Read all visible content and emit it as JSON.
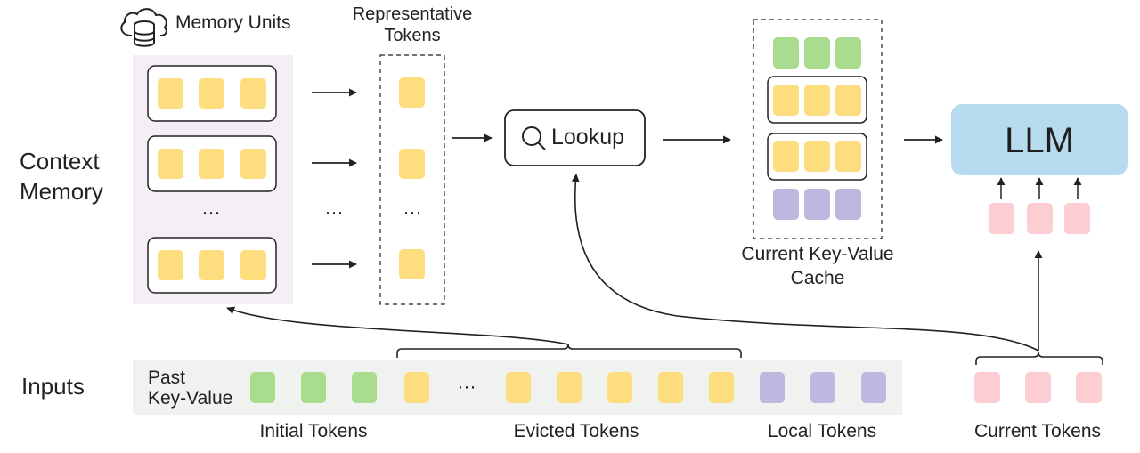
{
  "memory_title": "Memory Units",
  "representative_tokens": [
    "Representative",
    "Tokens"
  ],
  "context_memory": [
    "Context",
    "Memory"
  ],
  "lookup_label": "Lookup",
  "kv_cache_label": [
    "Current Key-Value",
    "Cache"
  ],
  "llm_label": "LLM",
  "inputs_label": "Inputs",
  "past_kv_label": [
    "Past",
    "Key-Value"
  ],
  "initial_tokens": "Initial Tokens",
  "evicted_tokens": "Evicted Tokens",
  "local_tokens": "Local Tokens",
  "current_tokens": "Current Tokens",
  "ellipsis": "···",
  "colors": {
    "green": "#a9dc8f",
    "yellow": "#fddd7d",
    "purple": "#bcb8df",
    "pink": "#fccdd2",
    "llm_fill": "#b6dbee",
    "memory_bg": "#f6eef7",
    "inputs_bg": "#f0f2ef"
  }
}
